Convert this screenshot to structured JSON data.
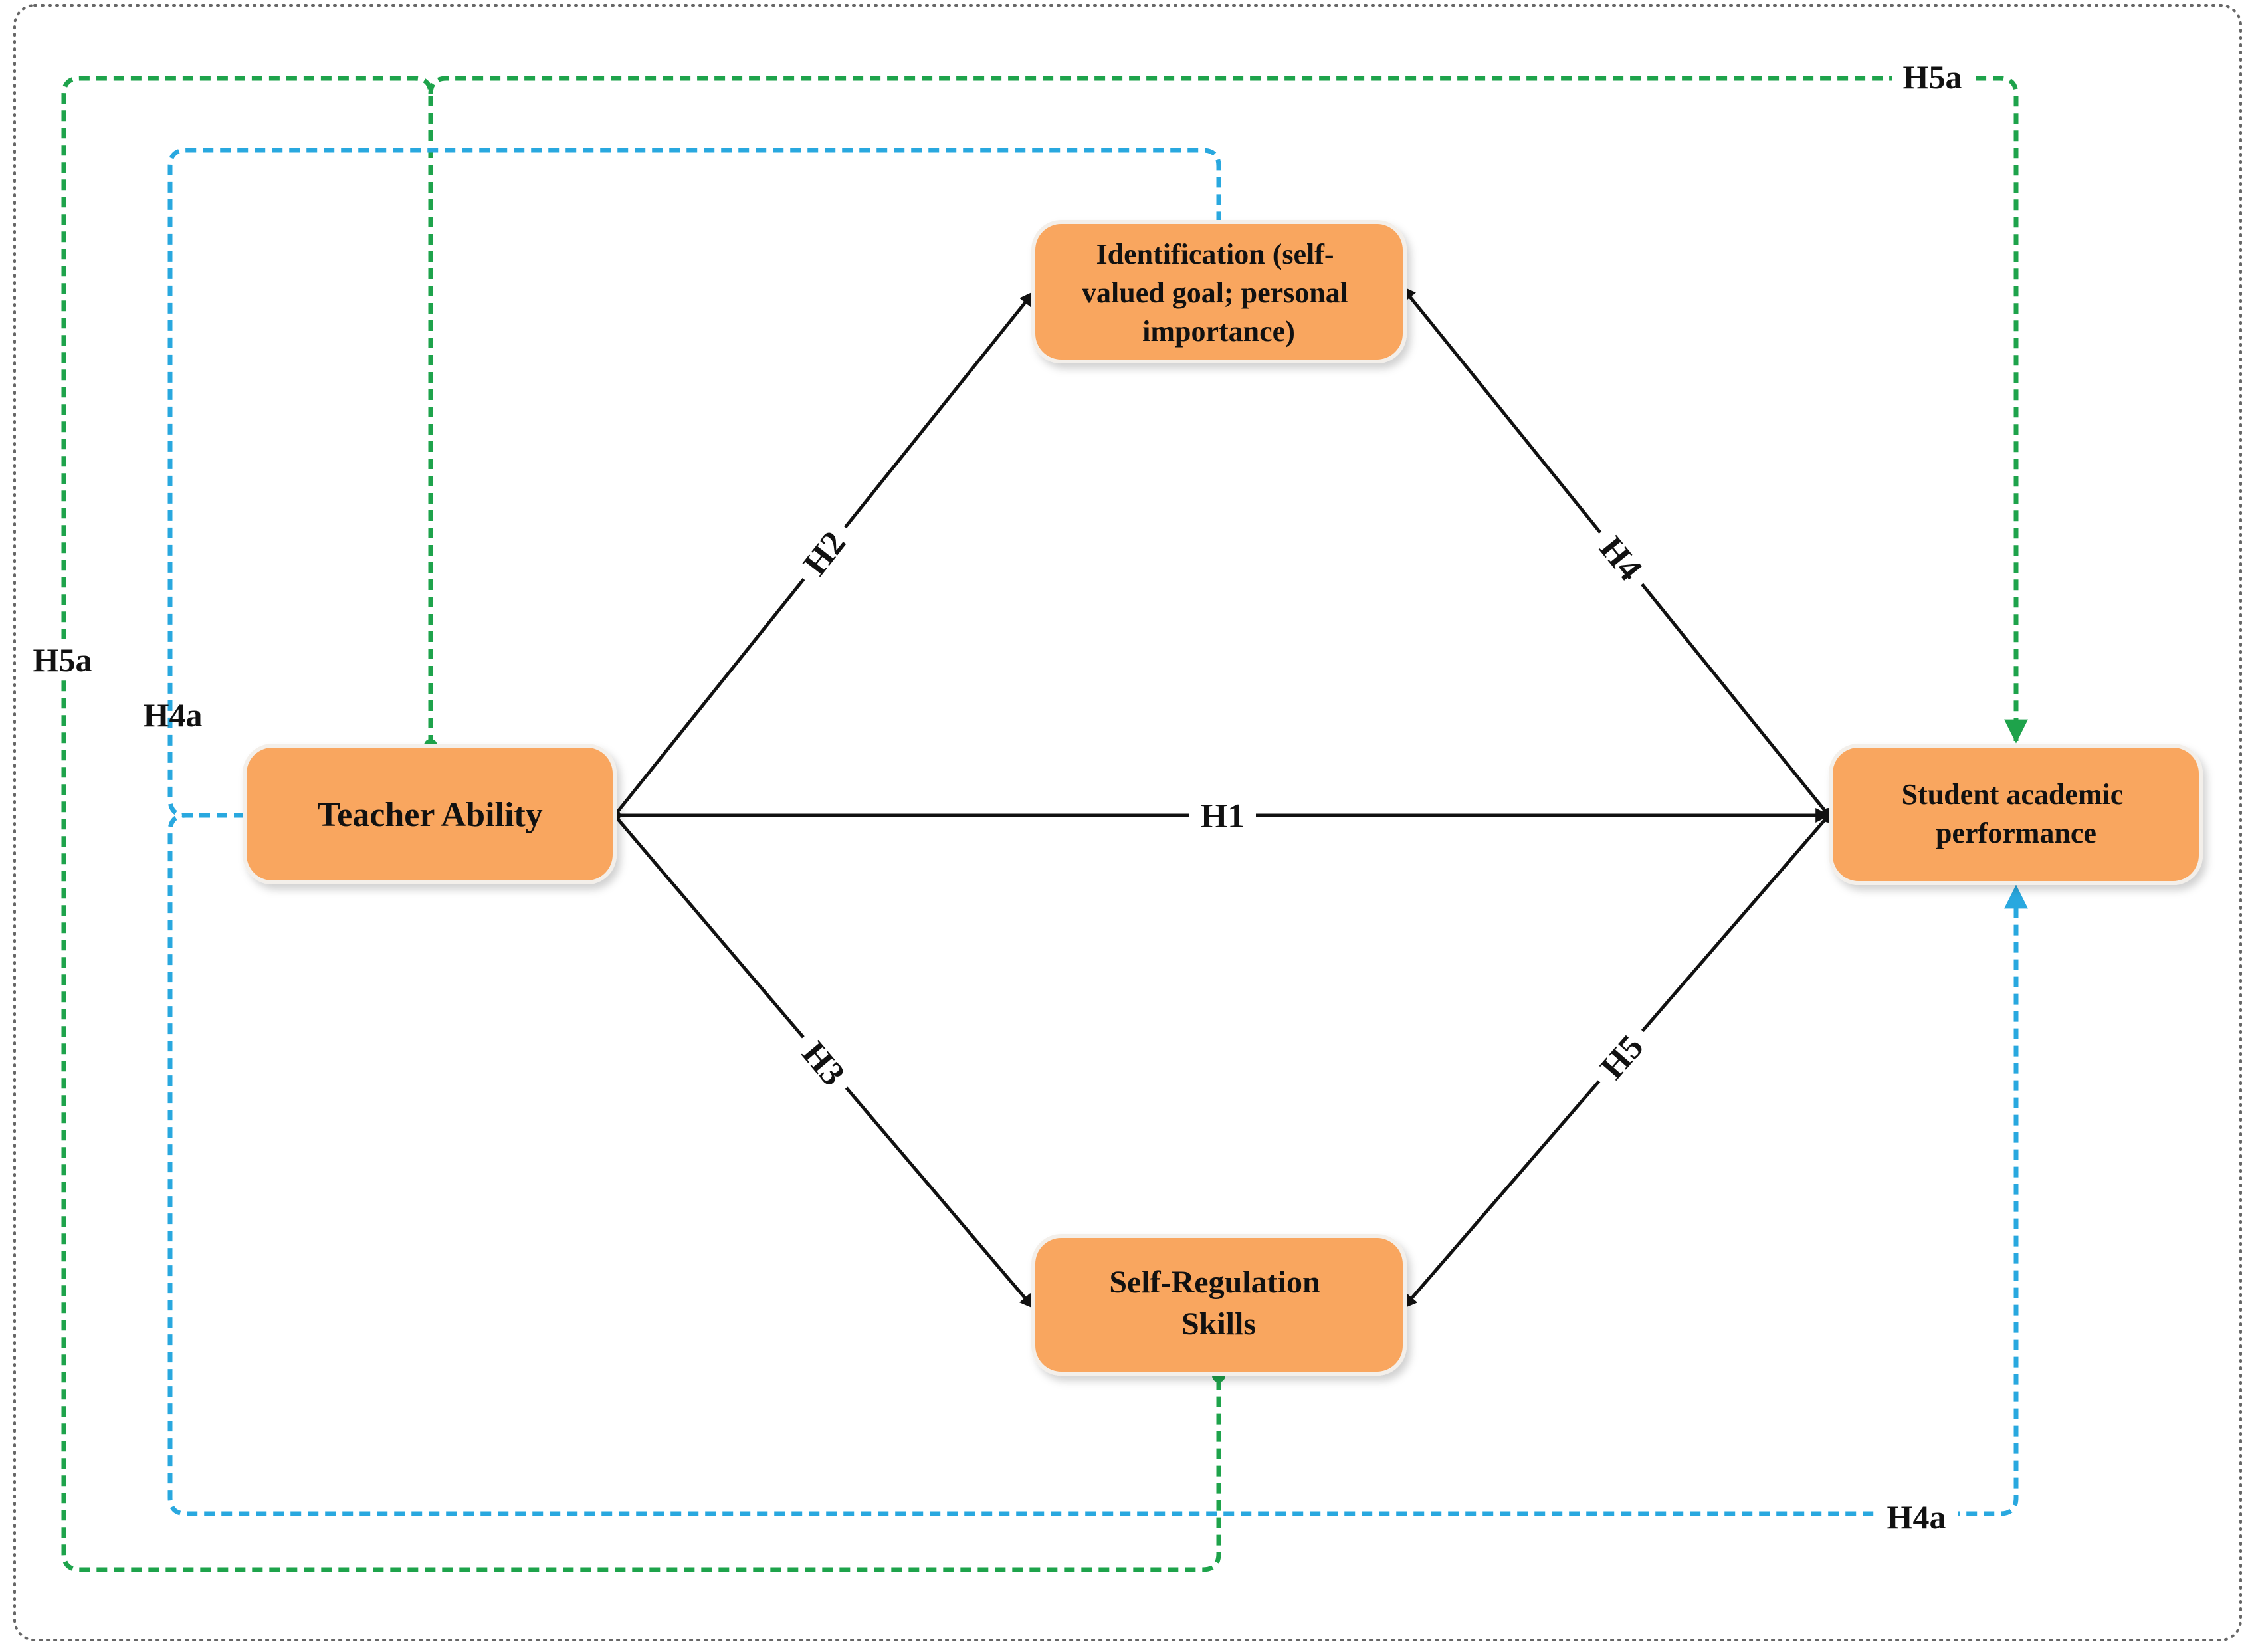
{
  "colors": {
    "node_fill": "#F9A65E",
    "node_stroke": "#F3EFEA",
    "frame": "#666666",
    "direct_edge": "#111111",
    "mediation_identification": "#29A8DF",
    "mediation_self_regulation": "#1EA34B"
  },
  "nodes": {
    "teacher_ability": {
      "lines": [
        "Teacher Ability"
      ]
    },
    "identification": {
      "lines": [
        "Identification (self-",
        "valued goal; personal",
        "importance)"
      ]
    },
    "self_regulation": {
      "lines": [
        "Self-Regulation",
        "Skills"
      ]
    },
    "student_performance": {
      "lines": [
        "Student academic",
        "performance"
      ]
    }
  },
  "edges": {
    "h1": {
      "label": "H1",
      "from": "Teacher Ability",
      "to": "Student academic performance"
    },
    "h2": {
      "label": "H2",
      "from": "Teacher Ability",
      "to": "Identification (self-valued goal; personal importance)"
    },
    "h3": {
      "label": "H3",
      "from": "Teacher Ability",
      "to": "Self-Regulation Skills"
    },
    "h4": {
      "label": "H4",
      "from": "Student academic performance",
      "to": "Identification (self-valued goal; personal importance)"
    },
    "h5": {
      "label": "H5",
      "from": "Student academic performance",
      "to": "Self-Regulation Skills"
    }
  },
  "mediation_paths": {
    "h4a": {
      "label": "H4a",
      "label_left": "H4a",
      "label_bottom": "H4a"
    },
    "h5a": {
      "label": "H5a",
      "label_left": "H5a",
      "label_top": "H5a"
    }
  }
}
